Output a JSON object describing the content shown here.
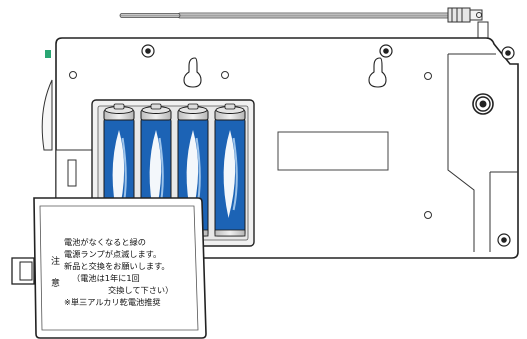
{
  "diagram": {
    "subject": "radio-back-battery-compartment",
    "battery_count": 4,
    "colors": {
      "outline": "#222222",
      "case_fill": "#ffffff",
      "battery_blue": "#1c63b5",
      "battery_cap": "#d6d6d6",
      "accent_green": "#2aa673",
      "compartment_fill": "#f1f1f1"
    },
    "icons": [
      "screw-hole-icon",
      "keyhole-hanger-icon",
      "antenna-jack-icon",
      "telescopic-antenna-icon"
    ]
  },
  "notice": {
    "marker_chars": [
      "注",
      "意"
    ],
    "lines": [
      "電池がなくなると緑の",
      "電源ランプが点滅します。",
      "新品と交換をお願いします。",
      "（電池は1年に1回",
      "交換して下さい）",
      "※単三アルカリ乾電池推奨"
    ]
  }
}
